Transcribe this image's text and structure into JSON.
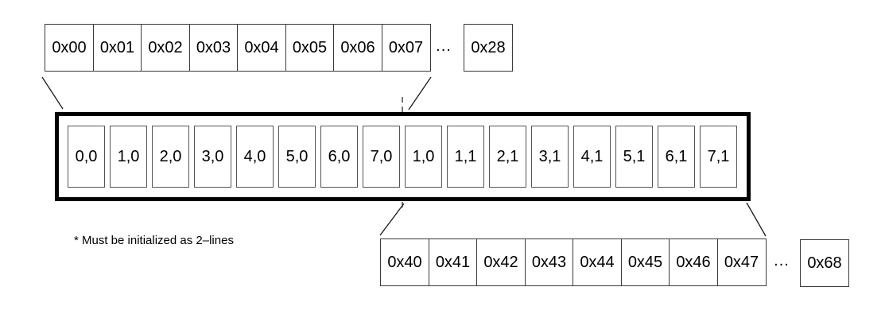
{
  "top_row": {
    "cells": [
      "0x00",
      "0x01",
      "0x02",
      "0x03",
      "0x04",
      "0x05",
      "0x06",
      "0x07"
    ],
    "ellipsis": "...",
    "last_cell": "0x28"
  },
  "display_window": {
    "cells": [
      "0,0",
      "1,0",
      "2,0",
      "3,0",
      "4,0",
      "5,0",
      "6,0",
      "7,0",
      "1,0",
      "1,1",
      "2,1",
      "3,1",
      "4,1",
      "5,1",
      "6,1",
      "7,1"
    ]
  },
  "bottom_row": {
    "cells": [
      "0x40",
      "0x41",
      "0x42",
      "0x43",
      "0x44",
      "0x45",
      "0x46",
      "0x47"
    ],
    "ellipsis": "...",
    "last_cell": "0x68"
  },
  "footnote": "* Must be initialized as 2–lines",
  "colors": {
    "background": "#ffffff",
    "text": "#000000",
    "frame_border": "#000000",
    "address_cell_border": "#3a3a3a",
    "display_cell_border": "#555555",
    "connector_line": "#1a1a1a"
  }
}
